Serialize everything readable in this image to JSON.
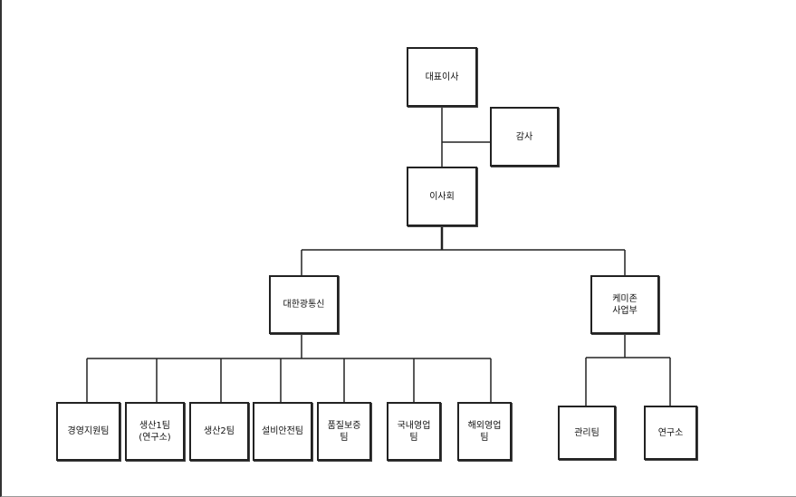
{
  "colors": {
    "line": "#222222",
    "box_border": "#222222",
    "text": "#111111",
    "background": "#ffffff"
  },
  "nodes": {
    "ceo": {
      "lines": [
        "대표이사"
      ]
    },
    "auditor": {
      "lines": [
        "감사"
      ]
    },
    "board": {
      "lines": [
        "이사회"
      ]
    },
    "daehan": {
      "lines": [
        "대한광통신"
      ]
    },
    "chemizon": {
      "lines": [
        "케미존",
        "사업부"
      ]
    },
    "mgmt_support": {
      "lines": [
        "경영지원팀"
      ]
    },
    "prod1": {
      "lines": [
        "생산1팀",
        "(연구소)"
      ]
    },
    "prod2": {
      "lines": [
        "생산2팀"
      ]
    },
    "facility_safety": {
      "lines": [
        "설비안전팀"
      ]
    },
    "quality": {
      "lines": [
        "품질보증",
        "팀"
      ]
    },
    "domestic_sales": {
      "lines": [
        "국내영업",
        "팀"
      ]
    },
    "overseas_sales": {
      "lines": [
        "해외영업",
        "팀"
      ]
    },
    "admin": {
      "lines": [
        "관리팀"
      ]
    },
    "research": {
      "lines": [
        "연구소"
      ]
    }
  }
}
